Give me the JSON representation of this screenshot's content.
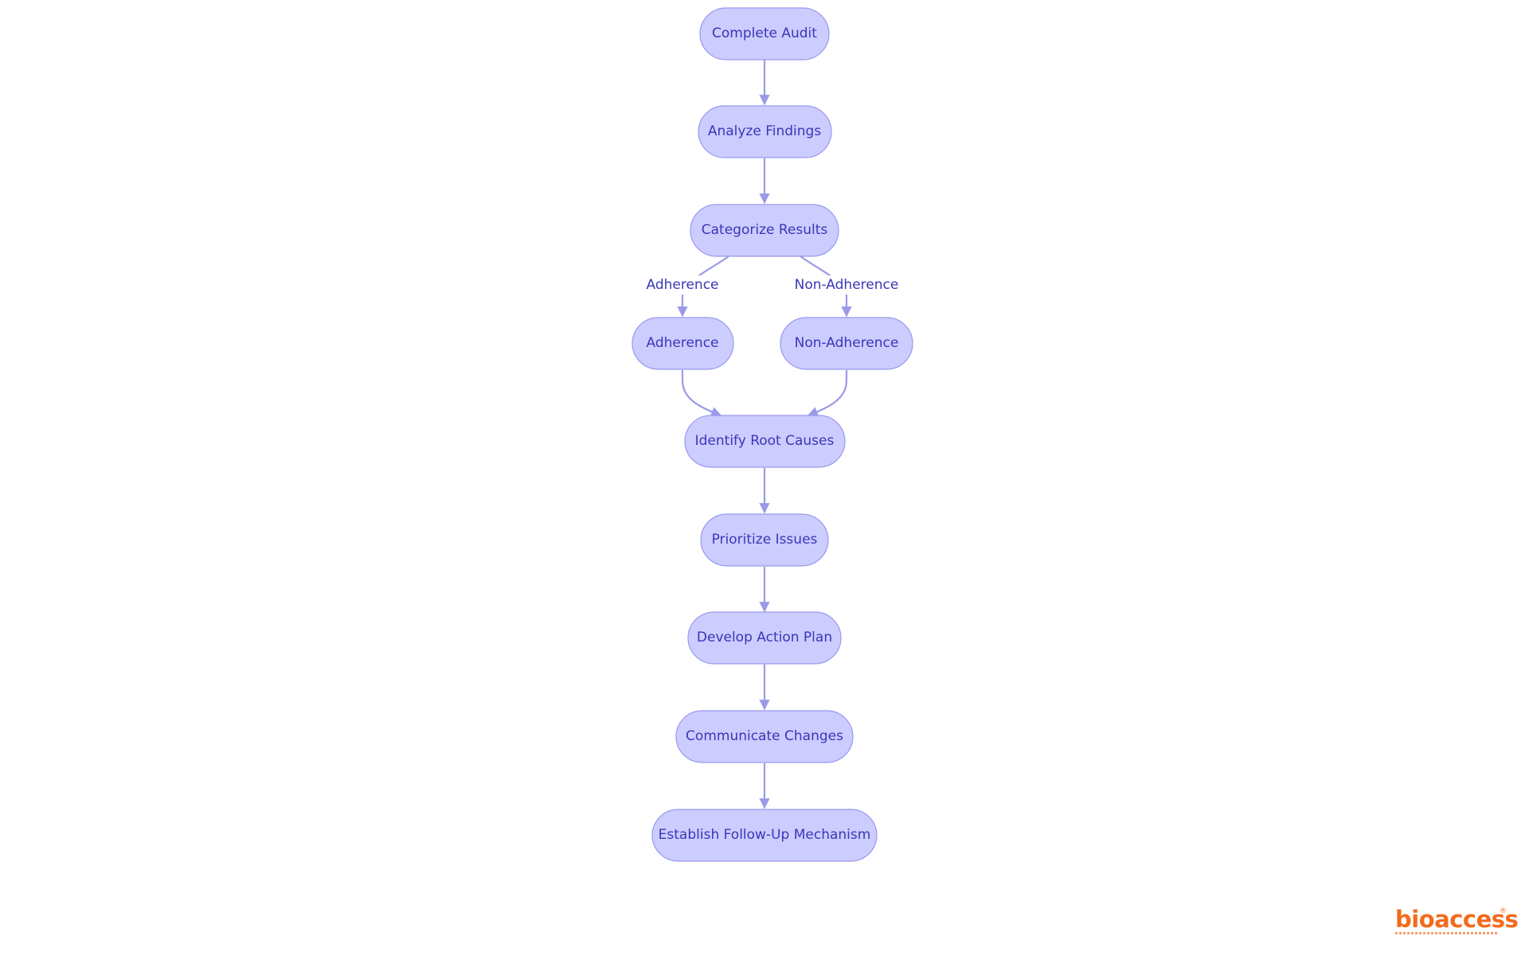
{
  "diagram": {
    "nodes": [
      {
        "id": "complete-audit",
        "label": "Complete Audit"
      },
      {
        "id": "analyze-findings",
        "label": "Analyze Findings"
      },
      {
        "id": "categorize-results",
        "label": "Categorize Results"
      },
      {
        "id": "adherence",
        "label": "Adherence"
      },
      {
        "id": "non-adherence",
        "label": "Non-Adherence"
      },
      {
        "id": "identify-root-causes",
        "label": "Identify Root Causes"
      },
      {
        "id": "prioritize-issues",
        "label": "Prioritize Issues"
      },
      {
        "id": "develop-action-plan",
        "label": "Develop Action Plan"
      },
      {
        "id": "communicate-changes",
        "label": "Communicate Changes"
      },
      {
        "id": "establish-follow-up",
        "label": "Establish Follow-Up Mechanism"
      }
    ],
    "edges": [
      {
        "from": "complete-audit",
        "to": "analyze-findings",
        "label": ""
      },
      {
        "from": "analyze-findings",
        "to": "categorize-results",
        "label": ""
      },
      {
        "from": "categorize-results",
        "to": "adherence",
        "label": "Adherence"
      },
      {
        "from": "categorize-results",
        "to": "non-adherence",
        "label": "Non-Adherence"
      },
      {
        "from": "adherence",
        "to": "identify-root-causes",
        "label": ""
      },
      {
        "from": "non-adherence",
        "to": "identify-root-causes",
        "label": ""
      },
      {
        "from": "identify-root-causes",
        "to": "prioritize-issues",
        "label": ""
      },
      {
        "from": "prioritize-issues",
        "to": "develop-action-plan",
        "label": ""
      },
      {
        "from": "develop-action-plan",
        "to": "communicate-changes",
        "label": ""
      },
      {
        "from": "communicate-changes",
        "to": "establish-follow-up",
        "label": ""
      }
    ]
  },
  "colors": {
    "node_fill": "#ccccff",
    "node_stroke": "#9999ee",
    "edge": "#9a9ae8",
    "text": "#3a36b8",
    "logo": "#f26b1d"
  },
  "logo": {
    "word": "bioaccess",
    "mark": "®"
  }
}
